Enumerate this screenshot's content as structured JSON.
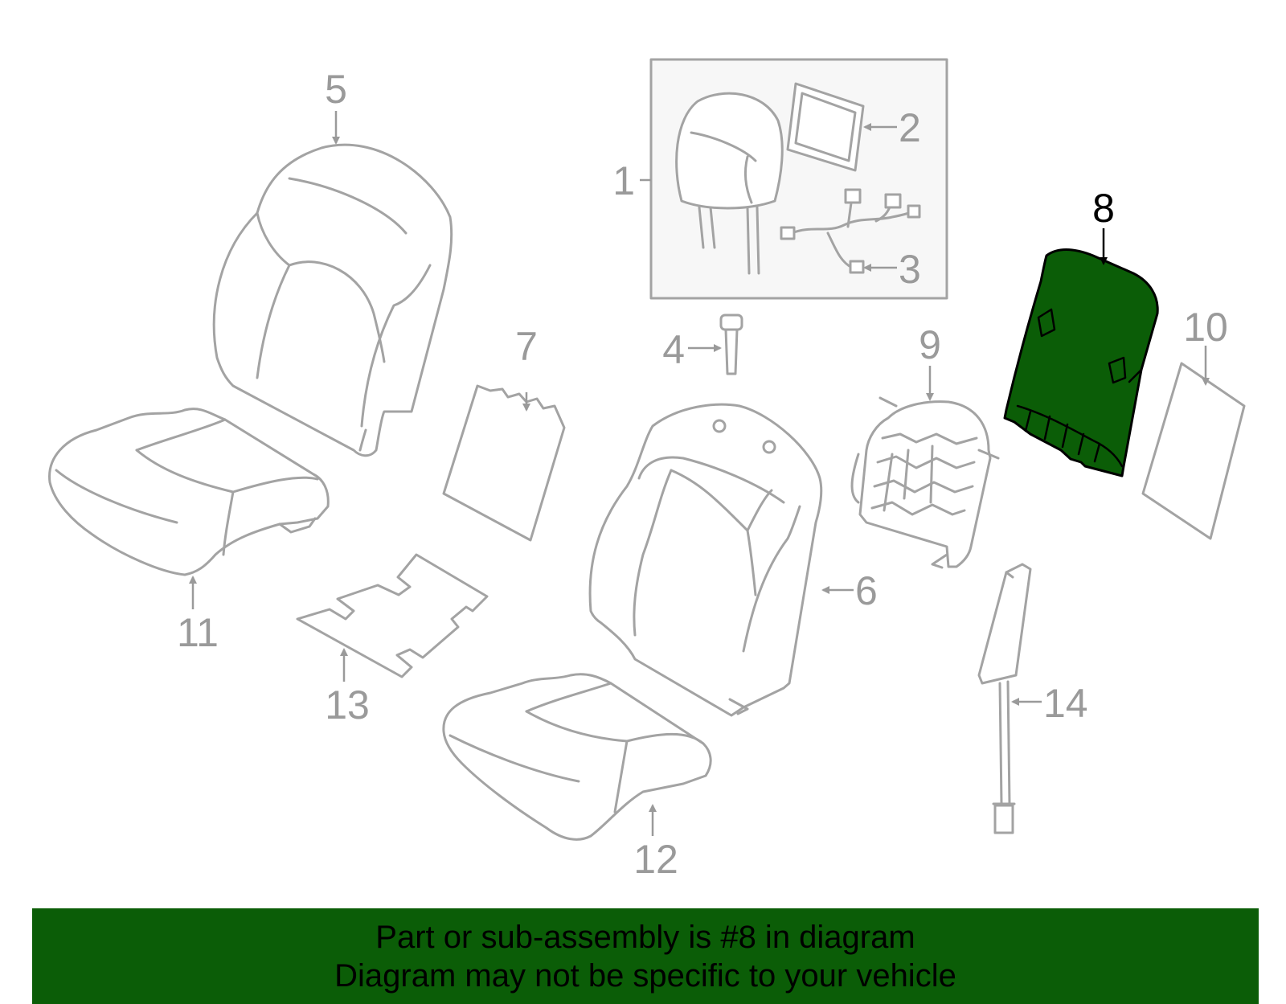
{
  "labels": {
    "p1": "1",
    "p2": "2",
    "p3": "3",
    "p4": "4",
    "p5": "5",
    "p6": "6",
    "p7": "7",
    "p8": "8",
    "p9": "9",
    "p10": "10",
    "p11": "11",
    "p12": "12",
    "p13": "13",
    "p14": "14"
  },
  "highlight": {
    "part": "8",
    "color": "#0b5d07"
  },
  "banner": {
    "line1": "Part or sub-assembly is #8 in diagram",
    "line2": "Diagram may not be specific to your vehicle"
  }
}
